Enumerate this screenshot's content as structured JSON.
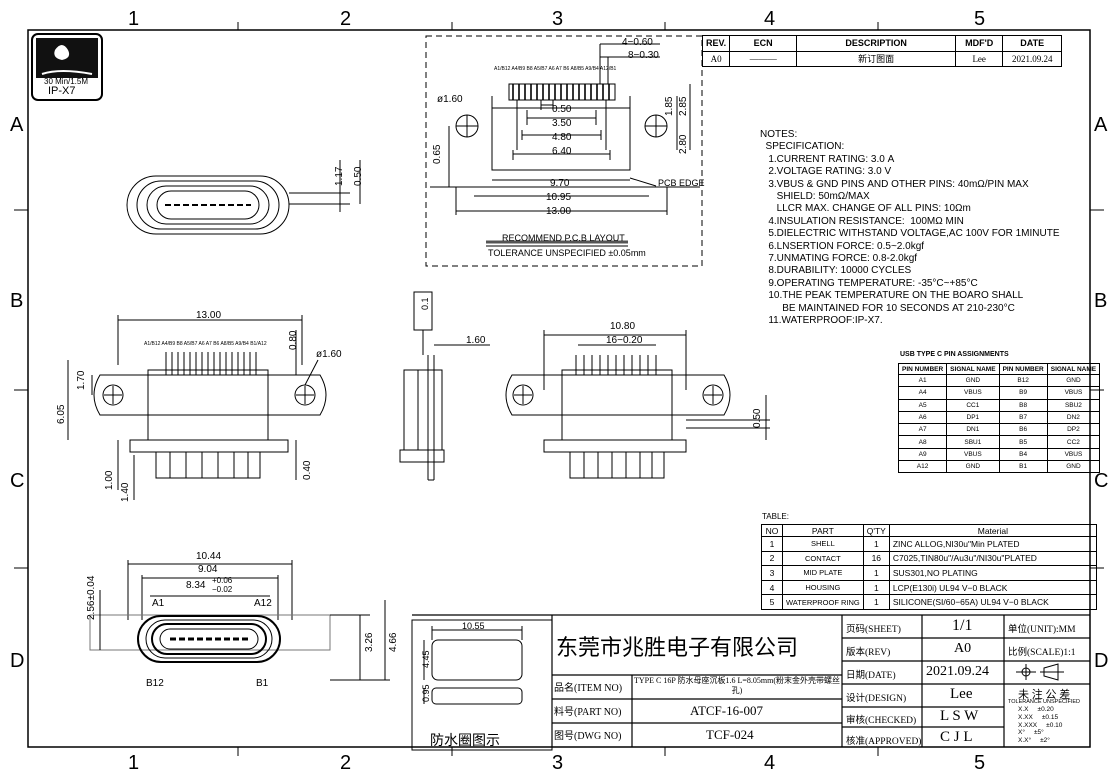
{
  "frame": {
    "columns": [
      "1",
      "2",
      "3",
      "4",
      "5"
    ],
    "rows": [
      "A",
      "B",
      "C",
      "D"
    ]
  },
  "logo": {
    "text1": "30 Min/1.5M",
    "text2": "IP-X7"
  },
  "revision_block": {
    "headers": [
      "REV.",
      "ECN",
      "DESCRIPTION",
      "MDF'D",
      "DATE"
    ],
    "row": {
      "rev": "A0",
      "ecn": "———",
      "description": "新订图面",
      "mdfd": "Lee",
      "date": "2021.09.24"
    }
  },
  "pcb_layout": {
    "dims": {
      "pitch_a": "4−0.60",
      "pitch_b": "8−0.30",
      "hole_dia": "ø1.60",
      "w050": "0.50",
      "w350": "3.50",
      "w480": "4.80",
      "w640": "6.40",
      "w970": "9.70",
      "w1095": "10.95",
      "w1300": "13.00",
      "h065": "0.65",
      "h185": "1.85",
      "h285": "2.85",
      "h280": "2.80",
      "pcb_edge": "PCB EDGE"
    },
    "pin_labels": "A1/B12 A4/B9 B8 A5/B7 A6 A7 B6 A8/B5 A9/B4 A12/B1",
    "title": "RECOMMEND  P.C.B  LAYOUT",
    "tolerance": "TOLERANCE  UNSPECIFIED  ±0.05mm"
  },
  "end_view": {
    "h117": "1.17",
    "h050": "0.50"
  },
  "front_view": {
    "w1300": "13.00",
    "h080": "0.80",
    "hole": "ø1.60",
    "h170": "1.70",
    "h605": "6.05",
    "h100": "1.00",
    "h140": "1.40",
    "h040": "0.40",
    "pin_labels": "A1/B12 A4/B9 B8 A5/B7 A6 A7 B6 A8/B5 A9/B4 B1/A12"
  },
  "side_view": {
    "flatness": "0.1",
    "w160": "1.60"
  },
  "back_view": {
    "w1080": "10.80",
    "pitch": "16−0.20",
    "h050": "0.50"
  },
  "port_view": {
    "w1044": "10.44",
    "w904": "9.04",
    "w834": "8.34",
    "tol_plus": "+0.06",
    "tol_minus": "−0.02",
    "h256": "2.56±0.04",
    "h326": "3.26",
    "h466": "4.66",
    "a1": "A1",
    "a12": "A12",
    "b12": "B12",
    "b1": "B1"
  },
  "gasket_view": {
    "w1055": "10.55",
    "h445": "4.45",
    "h095": "0.95",
    "caption": "防水圈图示"
  },
  "notes": {
    "lines": [
      "NOTES:",
      "  SPECIFICATION:",
      "   1.CURRENT RATING: 3.0 A",
      "   2.VOLTAGE RATING: 3.0 V",
      "   3.VBUS & GND PINS AND OTHER PINS: 40mΩ/PIN MAX",
      "      SHIELD: 50mΩ/MAX",
      "      LLCR MAX. CHANGE OF ALL PINS: 10Ωm",
      "   4.INSULATION RESISTANCE:  100MΩ MIN",
      "   5.DIELECTRIC WITHSTAND VOLTAGE,AC 100V FOR 1MINUTE",
      "   6.LNSERTION FORCE: 0.5~2.0kgf",
      "   7.UNMATING FORCE: 0.8-2.0kgf",
      "   8.DURABILITY: 10000 CYCLES",
      "   9.OPERATING TEMPERATURE: -35°C~+85°C",
      "   10.THE PEAK TEMPERATURE ON THE BOARO SHALL",
      "        BE MAINTAINED FOR 10 SECONDS AT 210-230°C",
      "   11.WATERPROOF:IP-X7."
    ]
  },
  "pin_table": {
    "title": "USB TYPE C PIN ASSIGNMENTS",
    "headers": [
      "PIN NUMBER",
      "SIGNAL NAME",
      "PIN NUMBER",
      "SIGNAL NAME"
    ],
    "rows": [
      [
        "A1",
        "GND",
        "B12",
        "GND"
      ],
      [
        "A4",
        "VBUS",
        "B9",
        "VBUS"
      ],
      [
        "A5",
        "CC1",
        "B8",
        "SBU2"
      ],
      [
        "A6",
        "DP1",
        "B7",
        "DN2"
      ],
      [
        "A7",
        "DN1",
        "B6",
        "DP2"
      ],
      [
        "A8",
        "SBU1",
        "B5",
        "CC2"
      ],
      [
        "A9",
        "VBUS",
        "B4",
        "VBUS"
      ],
      [
        "A12",
        "GND",
        "B1",
        "GND"
      ]
    ]
  },
  "bom": {
    "title": "TABLE:",
    "headers": [
      "NO",
      "PART",
      "Q'TY",
      "Material"
    ],
    "rows": [
      [
        "1",
        "SHELL",
        "1",
        "ZINC  ALLOG,NI30u\"Min  PLATED"
      ],
      [
        "2",
        "CONTACT",
        "16",
        "C7025,TIN80u\"/Au3u\"/NI30u\"PLATED"
      ],
      [
        "3",
        "MID PLATE",
        "1",
        "SUS301,NO  PLATING"
      ],
      [
        "4",
        "HOUSING",
        "1",
        "LCP(E130i)  UL94  V−0  BLACK"
      ],
      [
        "5",
        "WATERPROOF RING",
        "1",
        "SILICONE(SI/60−65A)  UL94  V−0  BLACK"
      ]
    ]
  },
  "title_block": {
    "company": "东莞市兆胜电子有限公司",
    "item_label": "品名(ITEM NO)",
    "item_value": "TYPE C 16P 防水母座沉板1.6 L=8.05mm(粉末金外壳带螺丝孔)",
    "part_label": "料号(PART NO)",
    "part_value": "ATCF-16-007",
    "dwg_label": "图号(DWG NO)",
    "dwg_value": "TCF-024",
    "page_label": "页码(SHEET)",
    "page_value": "1/1",
    "unit_label": "单位(UNIT):MM",
    "rev_label": "版本(REV)",
    "rev_value": "A0",
    "scale_label": "比例(SCALE)1:1",
    "date_label": "日期(DATE)",
    "date_value": "2021.09.24",
    "design_label": "设计(DESIGN)",
    "design_value": "Lee",
    "checked_label": "审核(CHECKED)",
    "checked_value": "L S W",
    "approved_label": "核准(APPROVED)",
    "approved_value": "C J L",
    "tol_title": "未 注 公 差",
    "tol_sub": "TOLERANCE UNSPECIFIED",
    "tol_rows": [
      [
        "X.X",
        "±0.20"
      ],
      [
        "X.XX",
        "±0.15"
      ],
      [
        "X.XXX",
        "±0.10"
      ],
      [
        "X°",
        "±5°"
      ],
      [
        "X.X°",
        "±2°"
      ]
    ]
  }
}
